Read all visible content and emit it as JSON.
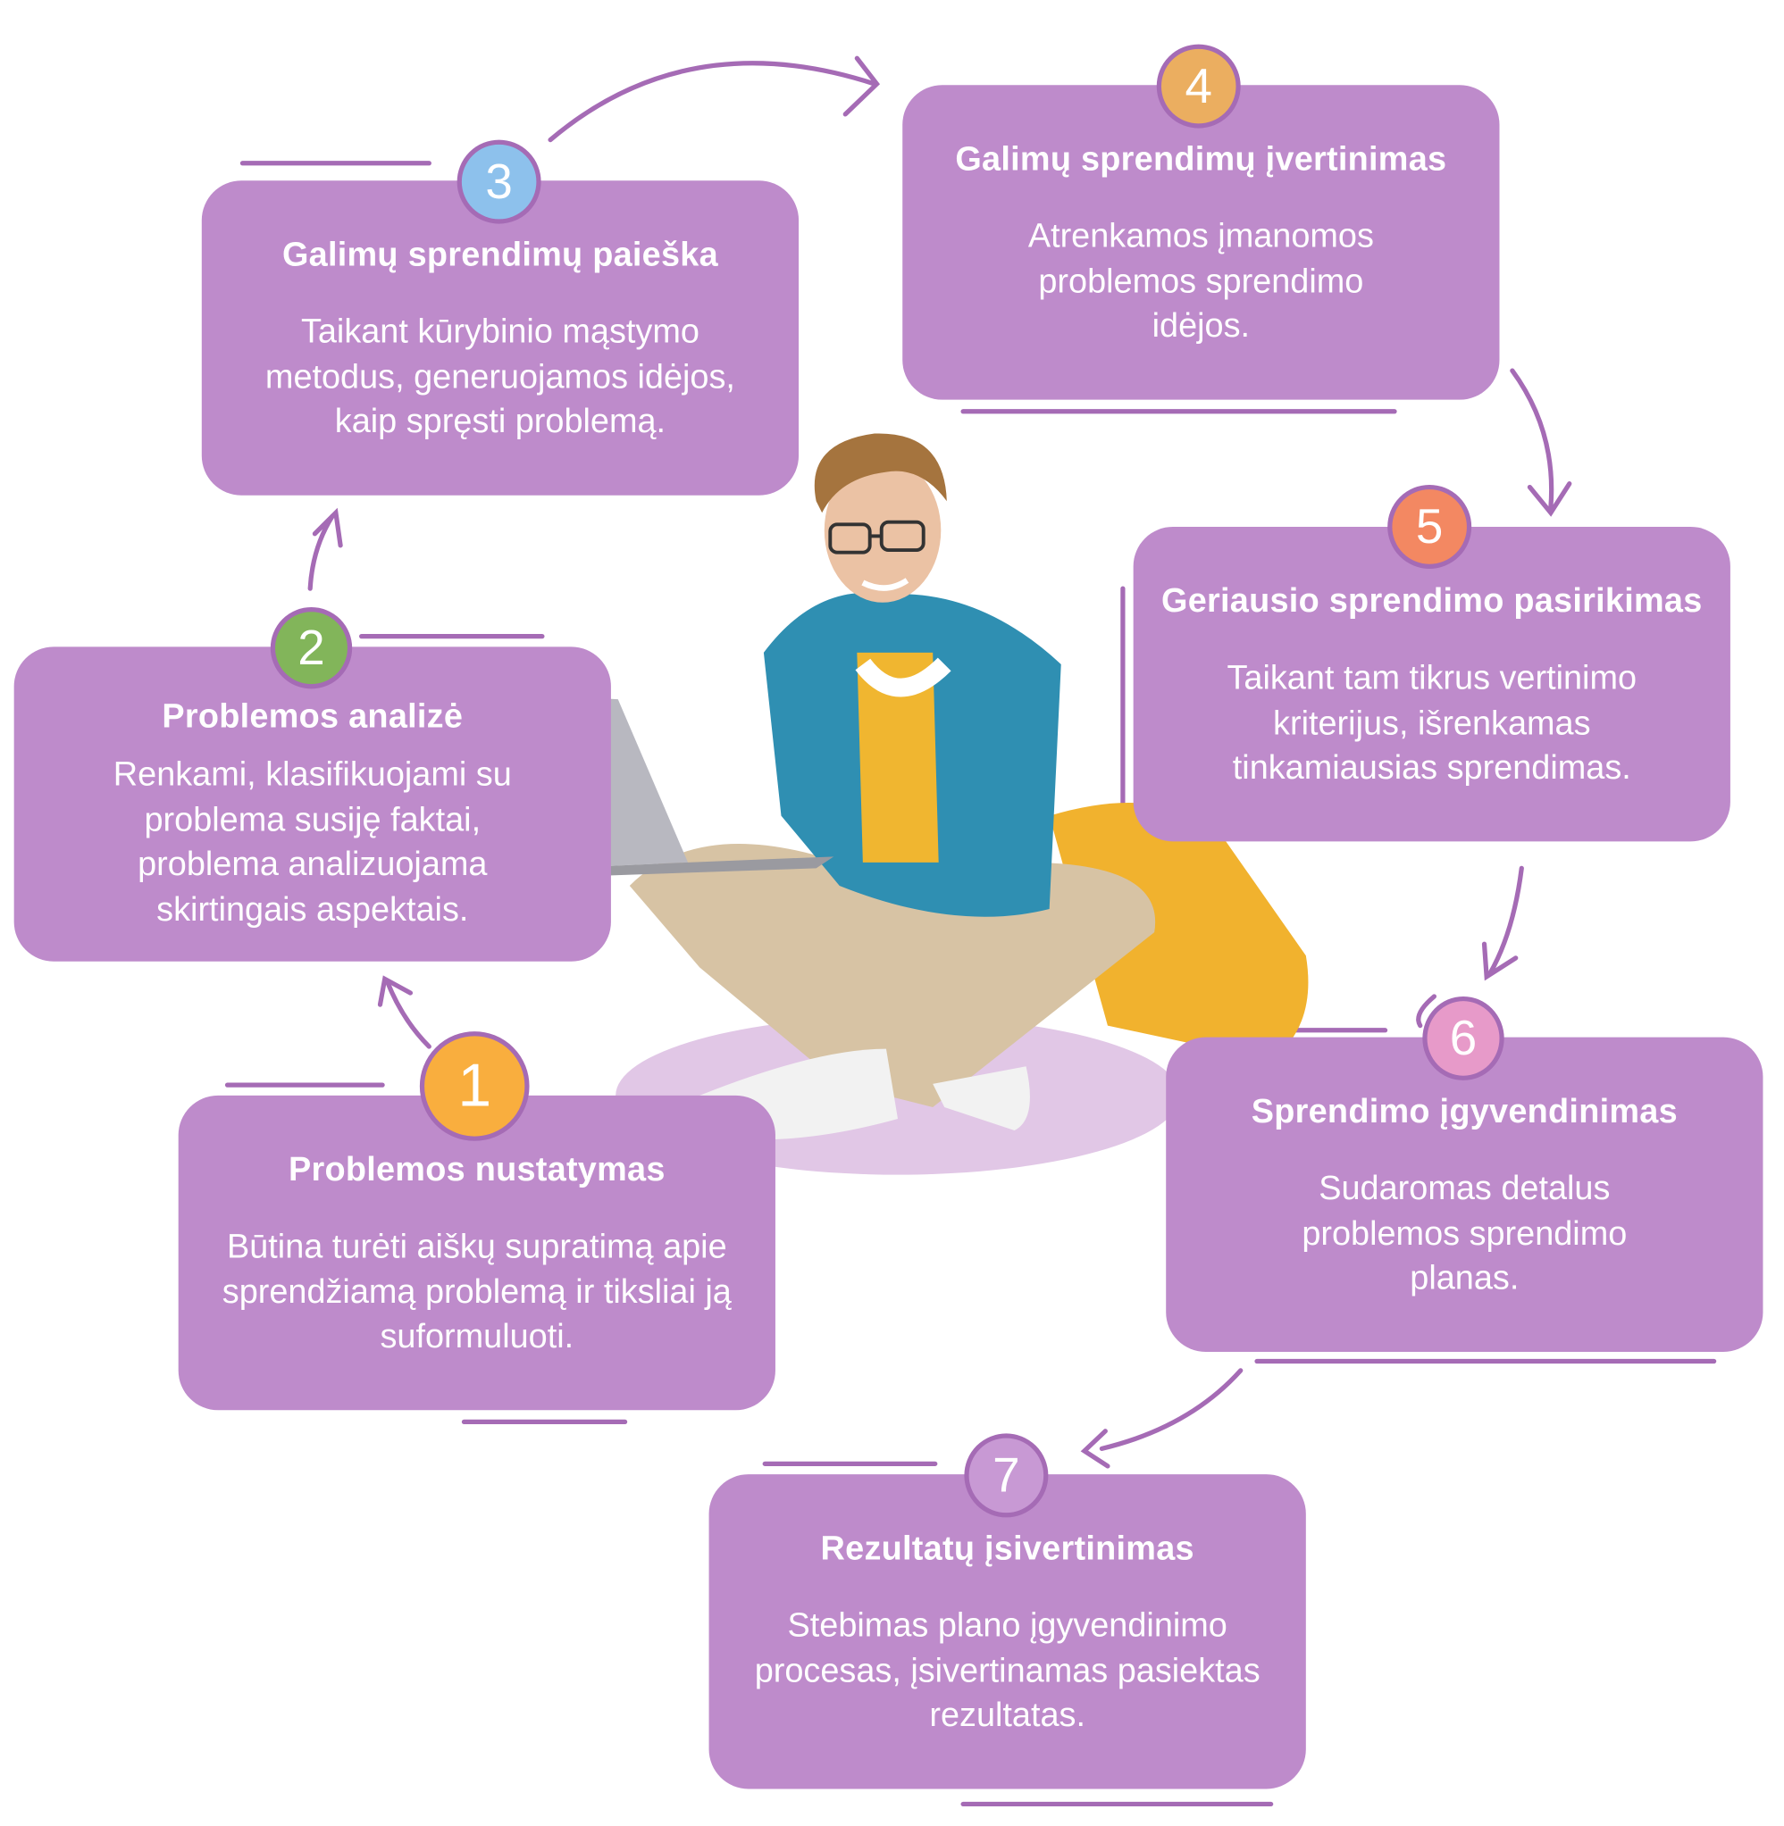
{
  "steps": [
    {
      "num": "1",
      "title": "Problemos nustatymas",
      "desc": "Būtina turėti aiškų supratimą apie sprendžiamą problemą ir tiksliai ją suformuluoti.",
      "color": "#F9AE3E"
    },
    {
      "num": "2",
      "title": "Problemos analizė",
      "desc": "Renkami, klasifikuojami su problema susiję faktai, problema analizuojama skirtingais aspektais.",
      "color": "#82B55A"
    },
    {
      "num": "3",
      "title": "Galimų sprendimų paieška",
      "desc": "Taikant kūrybinio mąstymo metodus, generuojamos idėjos, kaip spręsti problemą.",
      "color": "#8DC1EC"
    },
    {
      "num": "4",
      "title": "Galimų sprendimų įvertinimas",
      "desc": "Atrenkamos įmanomos problemos sprendimo idėjos.",
      "color": "#EBAE60"
    },
    {
      "num": "5",
      "title": "Geriausio sprendimo pasirikimas",
      "desc": "Taikant tam tikrus vertinimo kriterijus, išrenkamas tinkamiausias sprendimas.",
      "color": "#F38862"
    },
    {
      "num": "6",
      "title": "Sprendimo įgyvendinimas",
      "desc": "Sudaromas detalus problemos sprendimo planas.",
      "color": "#E79AC9"
    },
    {
      "num": "7",
      "title": "Rezultatų įsivertinimas",
      "desc": "Stebimas plano įgyvendinimo procesas, įsivertinamas pasiektas rezultatas.",
      "color": "#C899D4"
    }
  ],
  "colors": {
    "box": "#BE8BCB",
    "accent": "#A56BB5"
  }
}
